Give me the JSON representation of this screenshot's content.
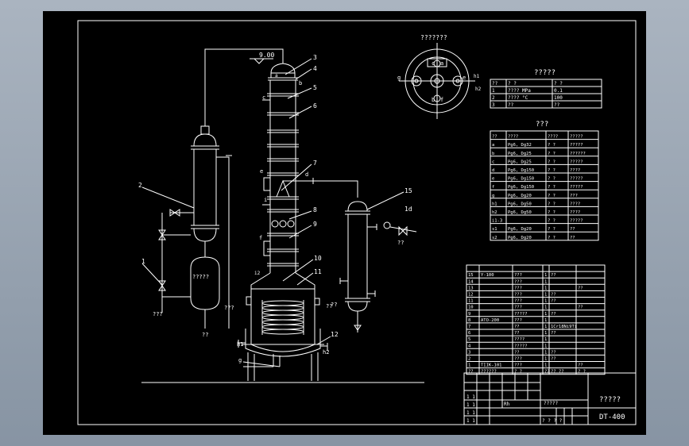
{
  "drawing": {
    "tech_title": "?????",
    "nozzle_title": "???",
    "view_title": "???????",
    "title_block_name": "?????",
    "drawing_code": "DT-400",
    "level_mark": "9.00"
  },
  "part_labels": [
    "1",
    "2",
    "3",
    "4",
    "5",
    "6",
    "7",
    "8",
    "9",
    "10",
    "11",
    "12",
    "15",
    "1d"
  ],
  "nozzle_letters": {
    "a": "a",
    "b": "b",
    "c": "c",
    "d": "d",
    "e": "e",
    "f": "f",
    "g": "g",
    "h1": "h1",
    "h2": "h2",
    "i": "i",
    "i2": "i2"
  },
  "vessel_label": "?????",
  "flow_labels": [
    "???",
    "???",
    "??",
    "??",
    "??",
    "??"
  ],
  "tech_table": {
    "header": [
      "??",
      "?  ?",
      "?  ?"
    ],
    "rows": [
      [
        "1",
        "????   MPa",
        "0.1"
      ],
      [
        "2",
        "????   °C",
        "100"
      ],
      [
        "3",
        "??",
        "??"
      ]
    ]
  },
  "nozzle_table": {
    "header": [
      "??",
      "????",
      "????",
      "?????"
    ],
    "rows": [
      [
        "a",
        "Pg6, Dg32",
        "? ?",
        "?????"
      ],
      [
        "b",
        "Pg6, Dg25",
        "? ?",
        "??????"
      ],
      [
        "c",
        "Pg6, Dg25",
        "? ?",
        "?????"
      ],
      [
        "d",
        "Pg6, Dg150",
        "? ?",
        "????"
      ],
      [
        "e",
        "Pg6, Dg150",
        "? ?",
        "?????"
      ],
      [
        "f",
        "Pg6, Dg150",
        "? ?",
        "?????"
      ],
      [
        "g",
        "Pg6, Dg20",
        "? ?",
        "???"
      ],
      [
        "h1",
        "Pg6, Dg50",
        "? ?",
        "????"
      ],
      [
        "h2",
        "Pg6, Dg50",
        "? ?",
        "????"
      ],
      [
        "i1-3",
        "",
        "? ?",
        "?????"
      ],
      [
        "s1",
        "Pg6, Dg20",
        "? ?",
        "??"
      ],
      [
        "s2",
        "Pg6, Dg20",
        "? ?",
        "??"
      ]
    ]
  },
  "parts_list": {
    "rows": [
      [
        "15",
        "Y-100",
        "???",
        "1",
        "??",
        ""
      ],
      [
        "14",
        "",
        "???",
        "1",
        "",
        ""
      ],
      [
        "13",
        "",
        "???",
        "1",
        "",
        "??"
      ],
      [
        "12",
        "",
        "???",
        "1",
        "??",
        ""
      ],
      [
        "11",
        "",
        "???",
        "1",
        "??",
        ""
      ],
      [
        "10",
        "",
        "???",
        "1",
        "",
        "??"
      ],
      [
        "9",
        "",
        "?????",
        "1",
        "??",
        ""
      ],
      [
        "8",
        "ATO-200",
        "???",
        "1",
        "",
        ""
      ],
      [
        "7",
        "",
        "??",
        "1",
        "1Cr18Ni9Ti",
        ""
      ],
      [
        "6",
        "",
        "??",
        "1",
        "??",
        ""
      ],
      [
        "5",
        "",
        "????",
        "1",
        "",
        ""
      ],
      [
        "4",
        "",
        "?????",
        "1",
        "",
        ""
      ],
      [
        "3",
        "",
        "??",
        "1",
        "??",
        ""
      ],
      [
        "2",
        "",
        "???",
        "1",
        "??",
        ""
      ],
      [
        "1",
        "TIIK-101",
        "???",
        "1",
        "",
        "??"
      ]
    ],
    "header": [
      "??",
      "??????",
      "?  ?",
      "??",
      "?? ??",
      "? ?"
    ]
  },
  "title_rows_left": [
    "1 1",
    "1 1",
    "1 1",
    "1 1"
  ],
  "title_cells": [
    "Rh",
    "?????",
    "? ? ? ?",
    "?   ?   ?   ?"
  ]
}
